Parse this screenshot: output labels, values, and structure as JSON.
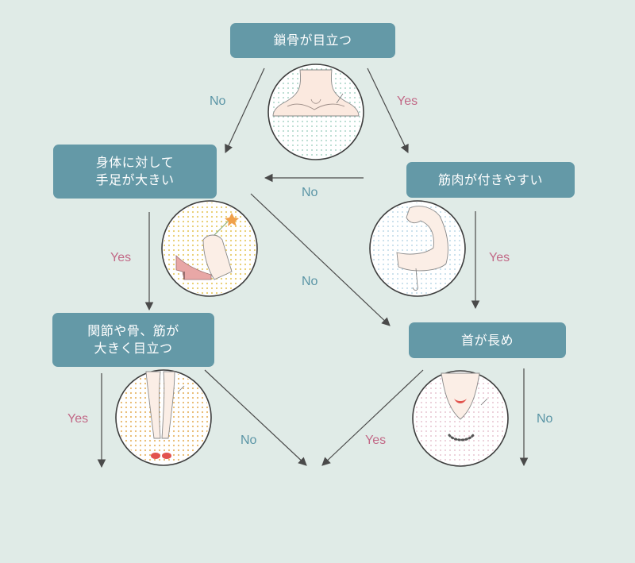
{
  "nodes": {
    "start": "鎖骨が目立つ",
    "body_limbs": "身体に対して\n手足が大きい",
    "muscle": "筋肉が付きやすい",
    "joints": "関節や骨、筋が\n大きく目立つ",
    "neck": "首が長め"
  },
  "edges": {
    "start_no": "No",
    "start_yes": "Yes",
    "muscle_no": "No",
    "body_yes": "Yes",
    "body_no": "No",
    "muscle_yes": "Yes",
    "joints_yes": "Yes",
    "joints_no": "No",
    "neck_yes": "Yes",
    "neck_no": "No"
  },
  "colors": {
    "background": "#e0ebe7",
    "node": "#6499a7",
    "no_label": "#5b95a6",
    "yes_label": "#c26987",
    "arrow": "#4a4a4a"
  },
  "illustrations": [
    "collarbone-illustration",
    "hand-flower-heel-illustration",
    "flexed-arm-illustration",
    "legs-red-shoes-illustration",
    "neck-necklace-illustration"
  ]
}
